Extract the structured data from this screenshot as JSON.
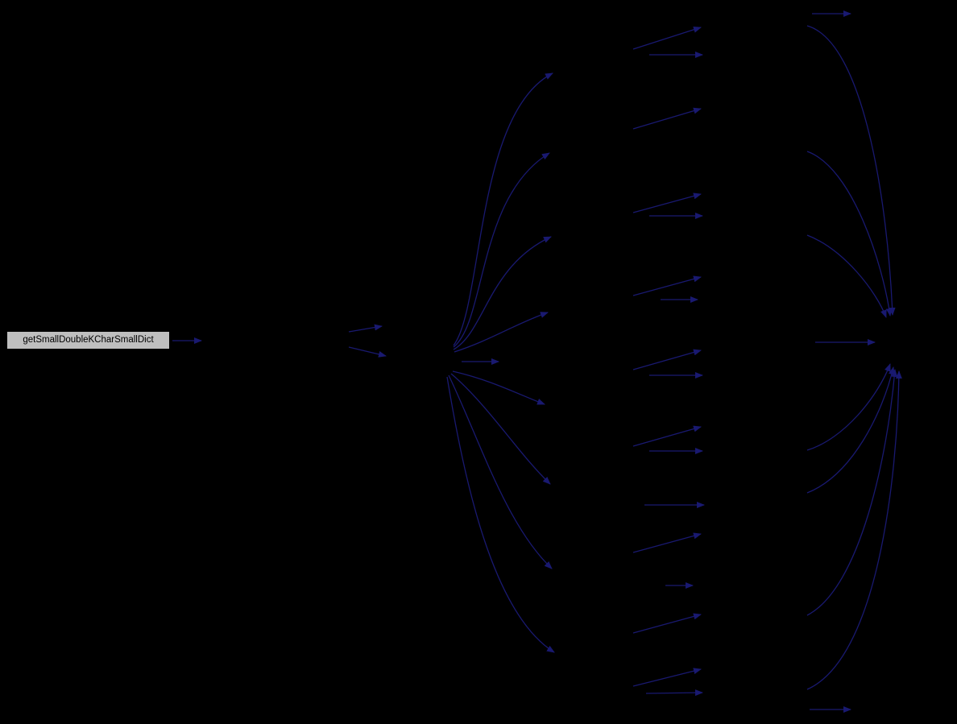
{
  "diagram": {
    "type": "call-graph",
    "background": "#000000",
    "edge_color": "#191970",
    "root_node": {
      "label": "getSmallDoubleKCharSmallDict",
      "fill": "#bfbfbf",
      "border": "#000000",
      "text_color": "#000000"
    },
    "edges": [
      "M214,423 L250,423",
      "M433,412 L474,405",
      "M433,431 L479,442",
      "M563,429 C600,380 590,140 686,91",
      "M563,431 C604,398 592,245 682,190",
      "M563,434 C602,412 606,330 684,294",
      "M564,437 C610,422 640,402 680,388",
      "M573,449 L619,449",
      "M562,461 C610,472 642,489 676,502",
      "M560,464 C606,503 644,564 683,601",
      "M557,466 C595,545 628,652 685,706",
      "M555,468 C577,600 612,762 688,810",
      "M786,61 L870,34",
      "M806,68 L872,68",
      "M786,160 L870,135",
      "M786,264 L870,241",
      "M806,268 L872,268",
      "M786,367 L870,344",
      "M820,372 L866,372",
      "M786,459 L870,435",
      "M806,466 L872,466",
      "M786,554 L870,530",
      "M806,560 L872,560",
      "M800,627 L874,627",
      "M786,686 L870,663",
      "M826,727 L860,727",
      "M786,786 L870,763",
      "M786,852 L870,831",
      "M802,861 L872,860",
      "M1008,17 L1056,17",
      "M1002,32 C1072,52 1102,250 1108,391",
      "M1002,188 C1058,208 1096,328 1105,392",
      "M1002,292 C1048,310 1088,362 1100,394",
      "M1012,425 L1086,425",
      "M1002,559 C1048,545 1090,492 1105,452",
      "M1002,612 C1058,590 1096,512 1109,456",
      "M1002,764 C1068,730 1102,565 1111,459",
      "M1002,856 C1088,818 1114,600 1116,461",
      "M1005,881 L1056,881"
    ]
  }
}
